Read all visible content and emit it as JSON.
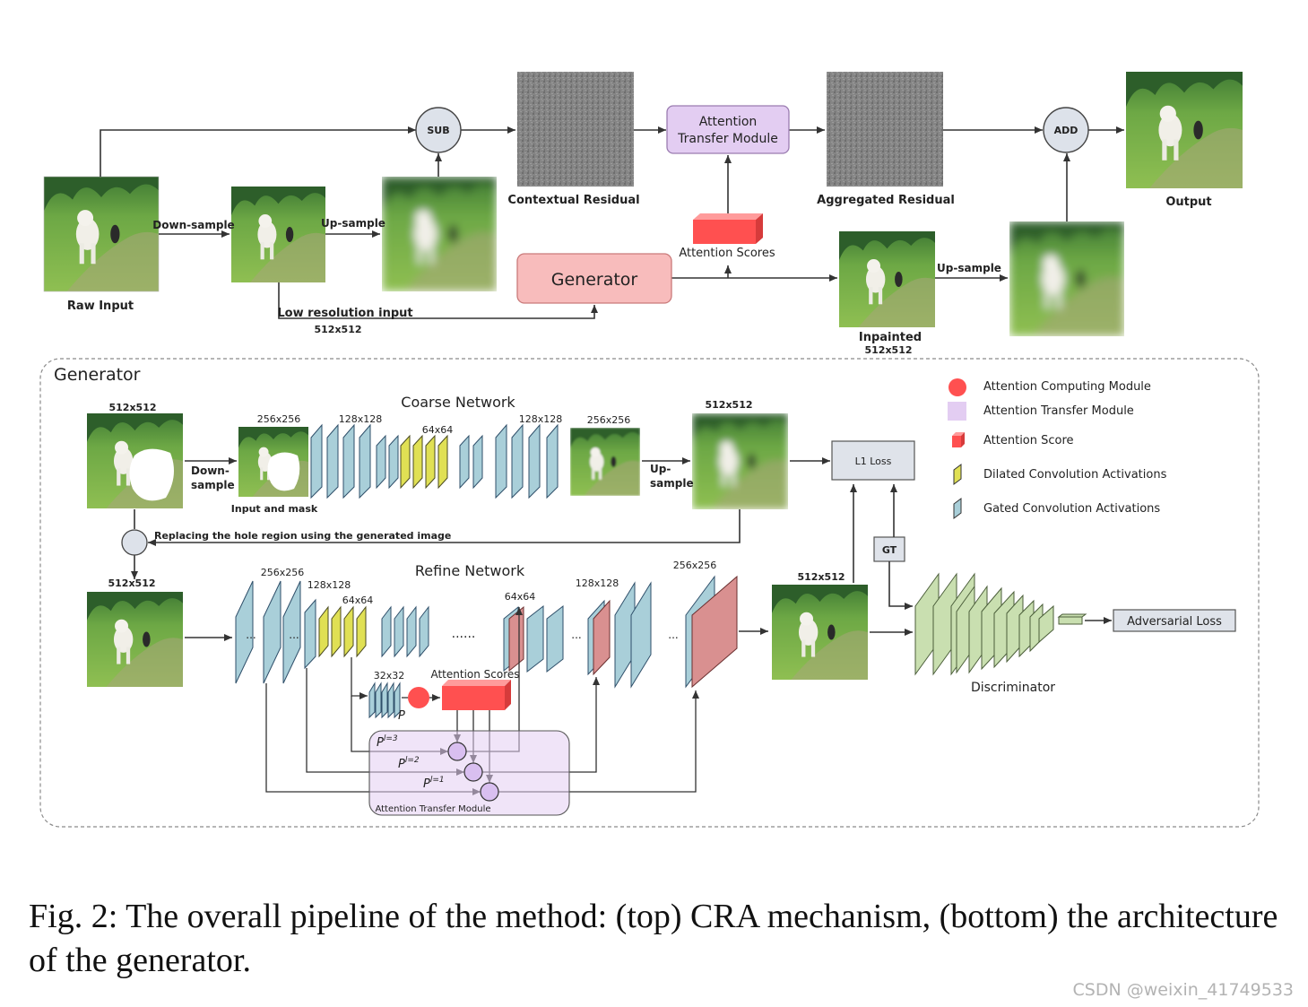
{
  "top": {
    "sub_label": "SUB",
    "add_label": "ADD",
    "raw_input": "Raw Input",
    "downsample": "Down-sample",
    "upsample_1": "Up-sample",
    "contextual_residual": "Contextual Residual",
    "attention_transfer_line1": "Attention",
    "attention_transfer_line2": "Transfer Module",
    "attention_scores": "Attention Scores",
    "aggregated_residual": "Aggregated Residual",
    "output": "Output",
    "generator": "Generator",
    "low_res_input": "Low resolution input",
    "low_res_size": "512x512",
    "upsample_2": "Up-sample",
    "inpainted": "Inpainted",
    "inpainted_size": "512x512"
  },
  "generator_panel": {
    "title": "Generator",
    "coarse_network": "Coarse Network",
    "refine_network": "Refine Network",
    "size_512_a": "512x512",
    "size_256_a": "256x256",
    "size_128_a": "128x128",
    "size_64_a": "64x64",
    "size_128_b": "128x128",
    "size_256_b": "256x256",
    "size_512_b": "512x512",
    "down_line1": "Down-",
    "down_line2": "sample",
    "up_line1": "Up-",
    "up_line2": "sample",
    "input_and_mask": "Input and mask",
    "replacing": "Replacing the hole region using the generated image",
    "size_512_c": "512x512",
    "size_256_c": "256x256",
    "size_128_c": "128x128",
    "size_64_c": "64x64",
    "size_64_d": "64x64",
    "size_128_d": "128x128",
    "size_256_d": "256x256",
    "size_512_d": "512x512",
    "size_32": "32x32",
    "p_label": "P",
    "attention_scores": "Attention Scores",
    "p_l3": "P",
    "p_l3_sup": "l=3",
    "p_l2": "P",
    "p_l2_sup": "l=2",
    "p_l1": "P",
    "p_l1_sup": "l=1",
    "attention_transfer_module": "Attention Transfer Module",
    "ellipsis_1": "...",
    "ellipsis_2": "......",
    "l1_loss": "L1 Loss",
    "gt": "GT",
    "adversarial_loss": "Adversarial Loss",
    "discriminator": "Discriminator"
  },
  "legend": [
    {
      "label": "Attention Computing Module",
      "icon": "red-circle-icon"
    },
    {
      "label": "Attention Transfer Module",
      "icon": "lavender-square-icon"
    },
    {
      "label": "Attention Score",
      "icon": "red-cube-icon"
    },
    {
      "label": "Dilated Convolution Activations",
      "icon": "yellow-slab-icon"
    },
    {
      "label": "Gated Convolution Activations",
      "icon": "blue-slab-icon"
    }
  ],
  "colors": {
    "gated_conv": "#a9cfd9",
    "dilated_conv": "#e0e054",
    "attention_red": "#ff5050",
    "attention_transfer": "#e3cdf2",
    "generator_box": "#f8bcbc",
    "discriminator": "#c9dfb0",
    "loss_box": "#dfe3ea"
  },
  "caption": "Fig. 2: The overall pipeline of the method: (top) CRA mechanism, (bottom) the architecture of the generator.",
  "watermark": "CSDN @weixin_41749533"
}
